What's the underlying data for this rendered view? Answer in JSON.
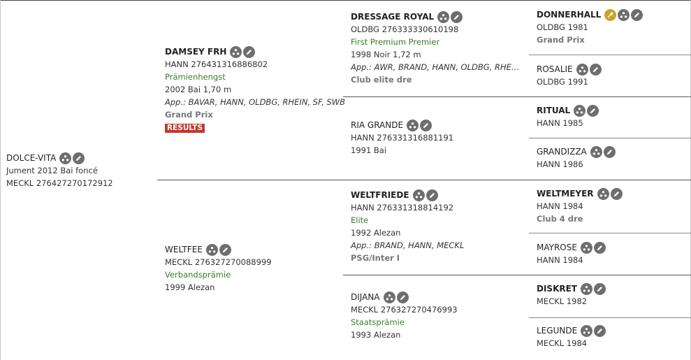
{
  "subject": {
    "name": "DOLCE-VITA",
    "line1": "Jument 2012 Bai foncé",
    "line2": "MECKL 276427270172912"
  },
  "sire": {
    "name": "DAMSEY FRH",
    "reg": "HANN 276431316886802",
    "title": "Prämienhengst",
    "info": "2002 Bai 1,70 m",
    "app": "App.: BAVAR, HANN, OLDBG, RHEIN, SF, SWB",
    "level": "Grand Prix",
    "results_label": "RESULTS"
  },
  "dam": {
    "name": "WELTFEE",
    "reg": "MECKL 276327270088999",
    "title": "Verbandsprämie",
    "info": "1999 Alezan"
  },
  "ss": {
    "name": "DRESSAGE ROYAL",
    "reg": "OLDBG 276333330610198",
    "title": "First Premium Premier",
    "info": "1998 Noir 1,72 m",
    "app": "App.: AWR, BRAND, HANN, OLDBG, RHEIN, S...",
    "level": "Club elite dre"
  },
  "sd": {
    "name": "RIA GRANDE",
    "reg": "HANN 276331316881191",
    "info": "1991 Bai"
  },
  "ds": {
    "name": "WELTFRIEDE",
    "reg": "HANN 276331318814192",
    "title": "Elite",
    "info": "1992 Alezan",
    "app": "App.: BRAND, HANN, MECKL",
    "level": "PSG/Inter I"
  },
  "dd": {
    "name": "DIJANA",
    "reg": "MECKL 276327270476993",
    "title": "Staatsprämie",
    "info": "1993 Alezan"
  },
  "g1": {
    "name": "DONNERHALL",
    "info": "OLDBG 1981",
    "level": "Grand Prix"
  },
  "g2": {
    "name": "ROSALIE",
    "info": "OLDBG 1991"
  },
  "g3": {
    "name": "RITUAL",
    "info": "HANN 1985"
  },
  "g4": {
    "name": "GRANDIZZA",
    "info": "HANN 1986"
  },
  "g5": {
    "name": "WELTMEYER",
    "info": "HANN 1984",
    "level": "Club 4 dre"
  },
  "g6": {
    "name": "MAYROSE",
    "info": "HANN 1984"
  },
  "g7": {
    "name": "DISKRET",
    "info": "MECKL 1982"
  },
  "g8": {
    "name": "LEGUNDE",
    "info": "MECKL 1984"
  },
  "colors": {
    "green": "#3a7d2b",
    "results": "#c0392b",
    "icon": "#6e6e6e",
    "icon_gold": "#c9a227"
  },
  "icons": [
    "pedigree-icon",
    "pencil-icon",
    "key-icon"
  ]
}
